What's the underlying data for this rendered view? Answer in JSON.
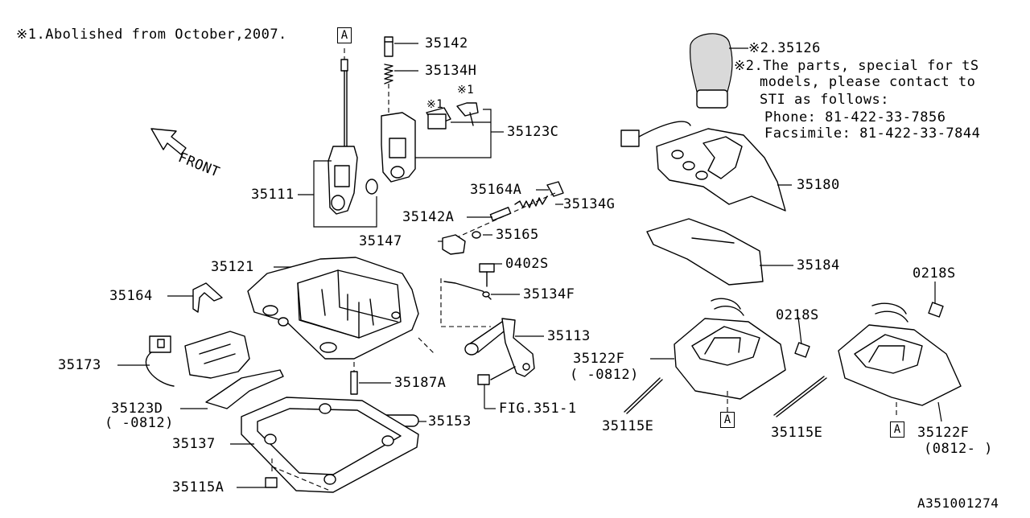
{
  "notes": {
    "note1": "※1.Abolished from October,2007.",
    "note2_ref": "※2.35126",
    "note2_lines": [
      "※2.The parts, special for tS",
      "models, please contact to",
      "STI as follows:",
      "Phone: 81-422-33-7856",
      "Facsimile: 81-422-33-7844"
    ],
    "star1": "※1"
  },
  "ref_marker": "A",
  "front_label": "FRONT",
  "parts": {
    "p35142": "35142",
    "p35134H": "35134H",
    "p35123C": "35123C",
    "p35111": "35111",
    "p35164A": "35164A",
    "p35134G": "35134G",
    "p35142A": "35142A",
    "p35147": "35147",
    "p35165": "35165",
    "p35121": "35121",
    "p0402S": "0402S",
    "p35164": "35164",
    "p35134F": "35134F",
    "p35113": "35113",
    "p35173": "35173",
    "p35187A": "35187A",
    "p35123D": "35123D",
    "p35123D_range": "( -0812)",
    "p35153": "35153",
    "pFIG": "FIG.351-1",
    "p35137": "35137",
    "p35115A": "35115A",
    "p35180": "35180",
    "p35184": "35184",
    "p0218S_a": "0218S",
    "p0218S_b": "0218S",
    "p35122F_a": "35122F",
    "p35122F_a_range": "( -0812)",
    "p35115E_a": "35115E",
    "p35115E_b": "35115E",
    "p35122F_b": "35122F",
    "p35122F_b_range": "(0812- )"
  },
  "diagram_id": "A351001274"
}
